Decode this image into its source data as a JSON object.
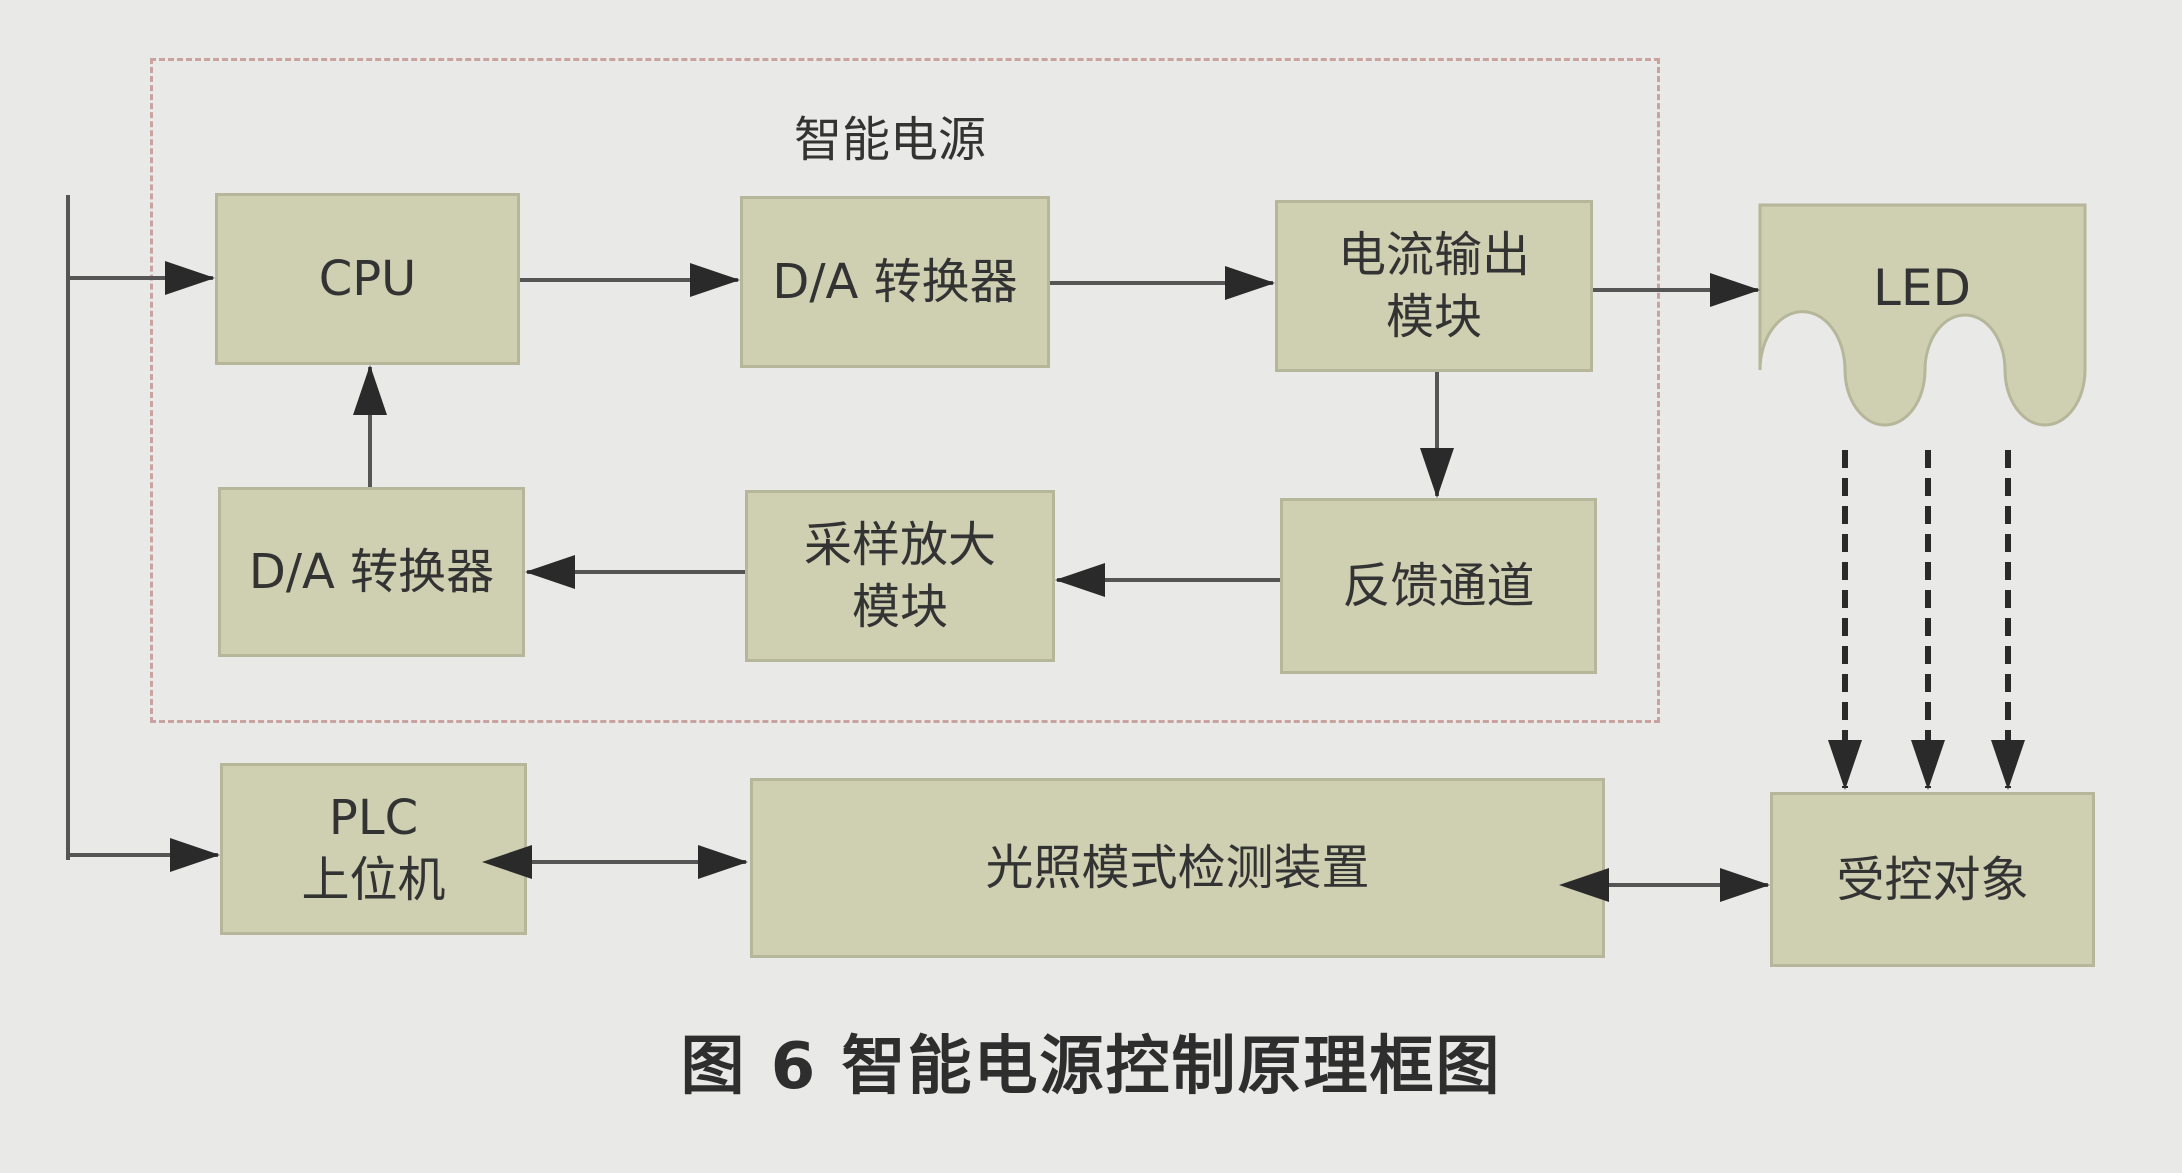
{
  "diagram": {
    "region_label": "智能电源",
    "caption": "图 6  智能电源控制原理框图",
    "nodes": {
      "cpu": "CPU",
      "da_top": "D/A 转换器",
      "current_output": "电流输出\n模块",
      "led": "LED",
      "da_bottom": "D/A 转换器",
      "sampling_amp": "采样放大\n模块",
      "feedback": "反馈通道",
      "plc": "PLC\n上位机",
      "light_detect": "光照模式检测装置",
      "controlled": "受控对象"
    }
  },
  "colors": {
    "box_fill": "#cfcfb2",
    "box_border": "#b6b69a",
    "dashed_border": "#c9a3a0",
    "arrow": "#2a2a2a",
    "background": "#e9e9e7"
  }
}
